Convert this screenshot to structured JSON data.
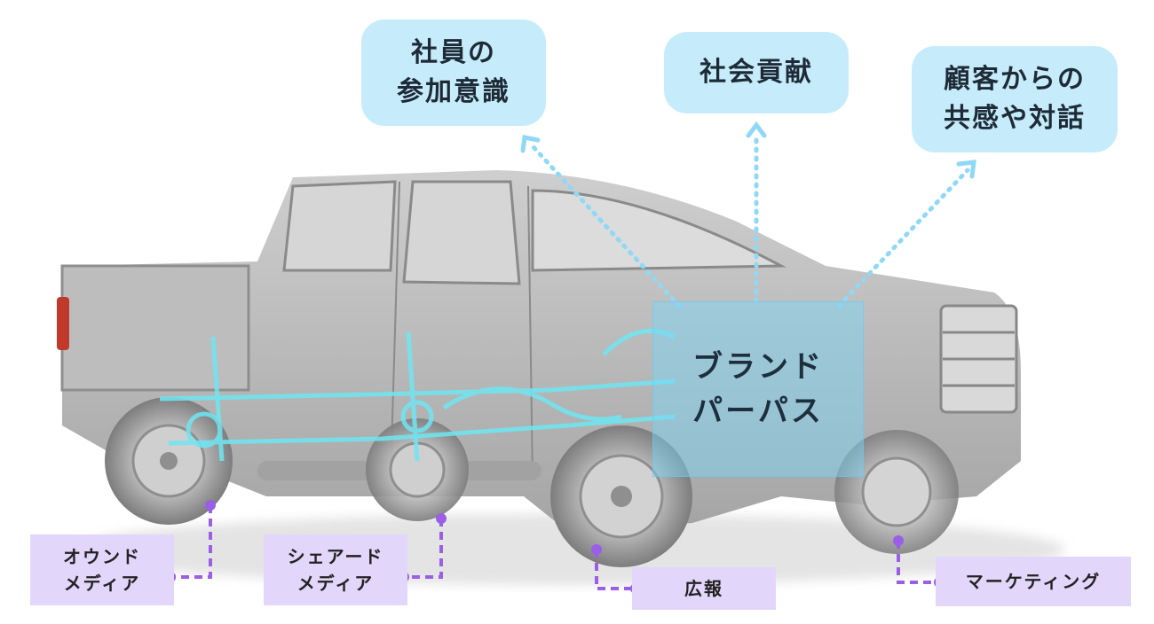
{
  "top_bubbles": [
    {
      "lines": [
        "社員の",
        "参加意識"
      ]
    },
    {
      "lines": [
        "社会貢献"
      ]
    },
    {
      "lines": [
        "顧客からの",
        "共感や対話"
      ]
    }
  ],
  "center": {
    "lines": [
      "ブランド",
      "パーパス"
    ]
  },
  "bottom_labels": [
    {
      "lines": [
        "オウンド",
        "メディア"
      ]
    },
    {
      "lines": [
        "シェアード",
        "メディア"
      ]
    },
    {
      "lines": [
        "広報"
      ]
    },
    {
      "lines": [
        "マーケティング"
      ]
    }
  ],
  "colors": {
    "bubble": "#c6ecfb",
    "dotted_arrow": "#8fd8f6",
    "label_bg": "#e2d6fb",
    "connector": "#9a5fe6",
    "truck": "#9a9a9a",
    "chassis": "#6fe6f2"
  }
}
